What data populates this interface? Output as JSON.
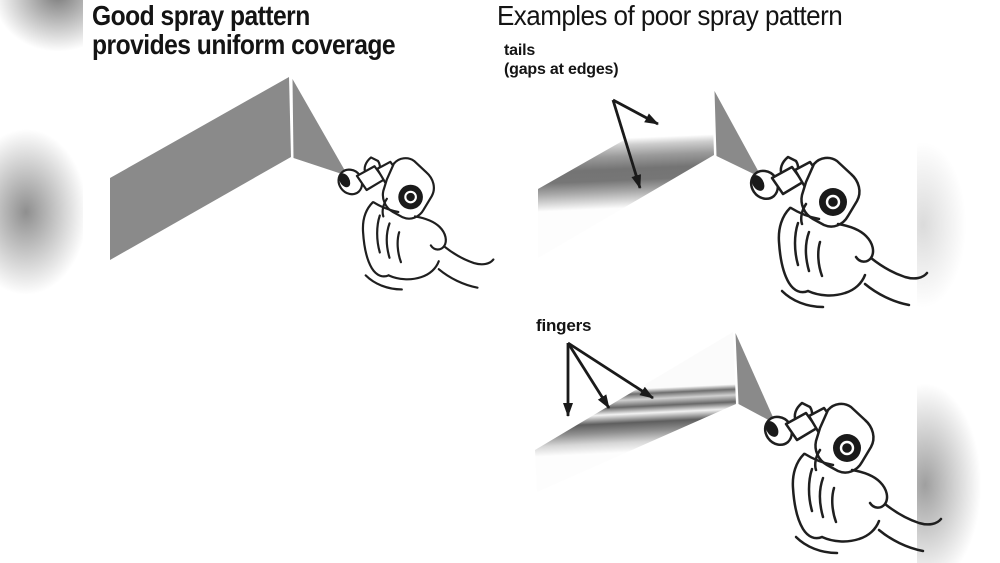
{
  "good_panel": {
    "title_line1": "Good spray pattern",
    "title_line2": "provides uniform coverage"
  },
  "poor_panel": {
    "title": "Examples of poor spray pattern",
    "tails_label_line1": "tails",
    "tails_label_line2": "(gaps at edges)",
    "fingers_label": "fingers"
  },
  "colors": {
    "spray_gray": "#8a8a8a",
    "ink": "#141414",
    "background": "#ffffff"
  }
}
